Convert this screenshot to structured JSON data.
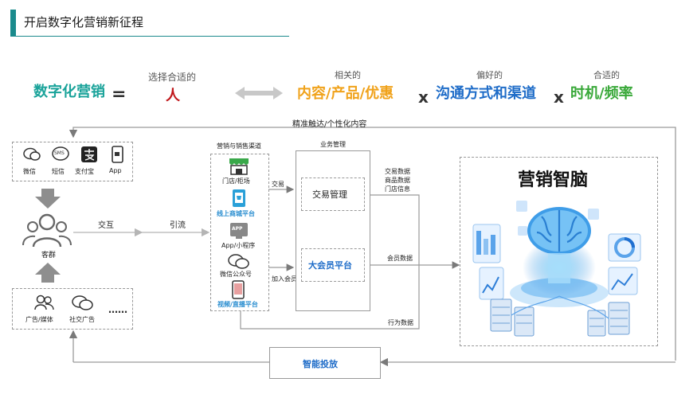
{
  "header": {
    "title": "开启数字化营销新征程"
  },
  "formula": {
    "lhs": "数字化营销",
    "eq": "=",
    "term1_caption": "选择合适的",
    "term1": "人",
    "term2_caption": "相关的",
    "term2": "内容/产品/优惠",
    "term3_caption": "偏好的",
    "term3": "沟通方式和渠道",
    "term4_caption": "合适的",
    "term4": "时机/频率",
    "x_sign": "x",
    "colors": {
      "teal": "#1aa39a",
      "red": "#c0161a",
      "orange": "#f0a21a",
      "blue": "#1e6cc8",
      "green": "#38a838"
    }
  },
  "top_loop_label": "精准触达/个性化内容",
  "channels_top": [
    {
      "icon": "wechat-icon",
      "label": "微信"
    },
    {
      "icon": "sms-icon",
      "label": "短信",
      "glyph": "SMS"
    },
    {
      "icon": "alipay-icon",
      "label": "支付宝"
    },
    {
      "icon": "app-icon",
      "label": "App"
    }
  ],
  "customer_label": "客群",
  "channels_bottom": [
    {
      "icon": "media-icon",
      "label": "广告/媒体"
    },
    {
      "icon": "social-ad-icon",
      "label": "社交广告"
    }
  ],
  "channels_bottom_more": "……",
  "flow_labels": {
    "interact": "交互",
    "divert": "引流"
  },
  "sales_channels": {
    "title": "营销与销售渠道",
    "items": [
      {
        "icon": "store-icon",
        "label": "门店/柜场"
      },
      {
        "icon": "online-mall-icon",
        "label": "线上商城平台",
        "highlight": true
      },
      {
        "icon": "mini-program-icon",
        "label": "App/小程序",
        "glyph": "APP"
      },
      {
        "icon": "official-account-icon",
        "label": "微信公众号"
      },
      {
        "icon": "live-video-icon",
        "label": "视频/直播平台",
        "highlight": true
      }
    ]
  },
  "edge_labels": {
    "trade": "交易",
    "join_member": "加入会员"
  },
  "business": {
    "title": "业务管理",
    "trade_mgmt": "交易管理",
    "member_platform": "大会员平台"
  },
  "data_labels": {
    "trade_data_lines": [
      "交易数据",
      "商品数据",
      "门店信息"
    ],
    "member_data": "会员数据",
    "behavior_data": "行为数据"
  },
  "brain": {
    "title": "营销智脑"
  },
  "smart_ads": "智能投放"
}
